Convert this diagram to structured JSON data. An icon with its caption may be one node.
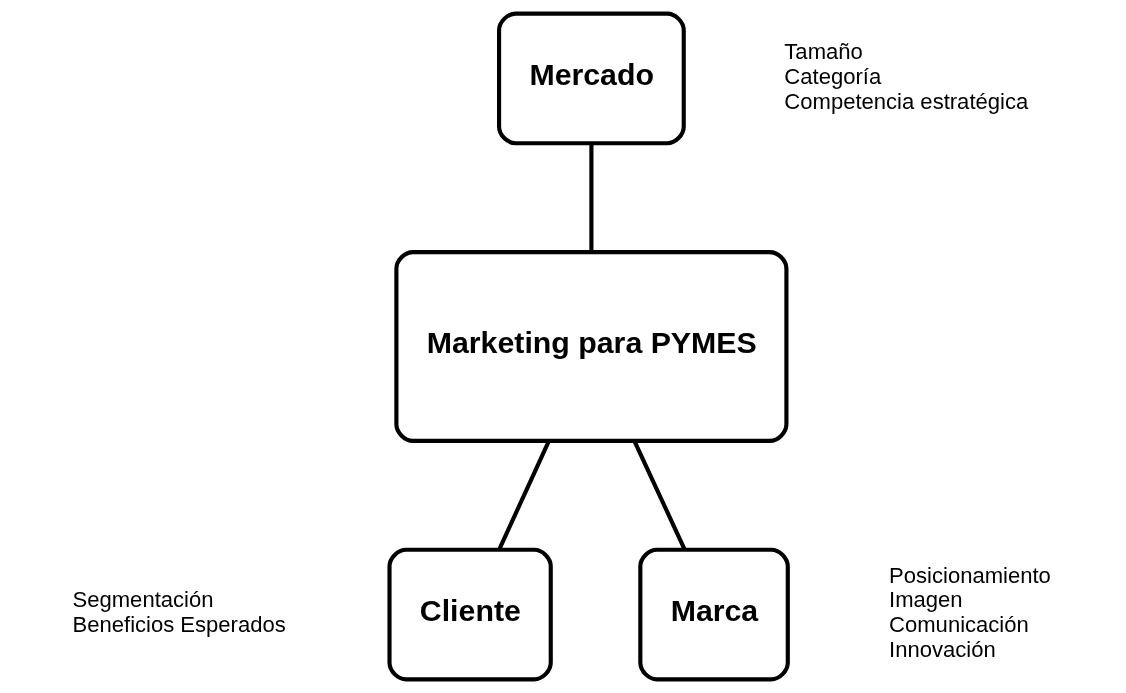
{
  "diagram": {
    "nodes": [
      {
        "text": [
          "Mercado"
        ],
        "beside": [
          "Tamaño",
          "Categoría",
          "Competencia estratégica"
        ]
      },
      {
        "text": [
          "Marketing para PYMES"
        ]
      },
      {
        "text": [
          "Cliente"
        ],
        "beside": [
          "Segmentación",
          "Beneficios Esperados"
        ]
      },
      {
        "text": [
          "Marca"
        ],
        "beside": [
          "Posicionamiento",
          "Imagen",
          "Comunicación",
          "Innovación"
        ]
      }
    ],
    "edges": [
      {
        "from": 0,
        "to": 1,
        "arrow": "none"
      },
      {
        "from": 1,
        "to": 2,
        "arrow": "none"
      },
      {
        "from": 1,
        "to": 3,
        "arrow": "none"
      }
    ]
  }
}
